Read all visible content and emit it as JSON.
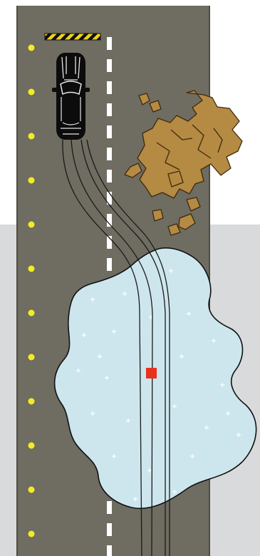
{
  "colors": {
    "page_background": "#ffffff",
    "shade_background": "#d9dadb",
    "road_surface": "#6f6c61",
    "road_edge": "#4f4c43",
    "lane_dash": "#ffffff",
    "edge_dots": "#f4ec22",
    "barrier_yellow": "#f0d21c",
    "barrier_black": "#111111",
    "car_body": "#0c0c0c",
    "car_detail": "#e6e6e6",
    "tire_track": "#1a1a1a",
    "ice_fill": "#cde6ee",
    "ice_outline": "#111111",
    "ice_sparkle": "#ffffff",
    "debris_fill": "#b58a42",
    "debris_outline": "#3b2a10",
    "marker": "#e8321e"
  },
  "icons": {
    "vehicle": "car-icon",
    "hazard_marker": "red-square-marker",
    "barrier": "striped-barrier",
    "ice": "ice-patch",
    "debris": "debris-pile"
  }
}
